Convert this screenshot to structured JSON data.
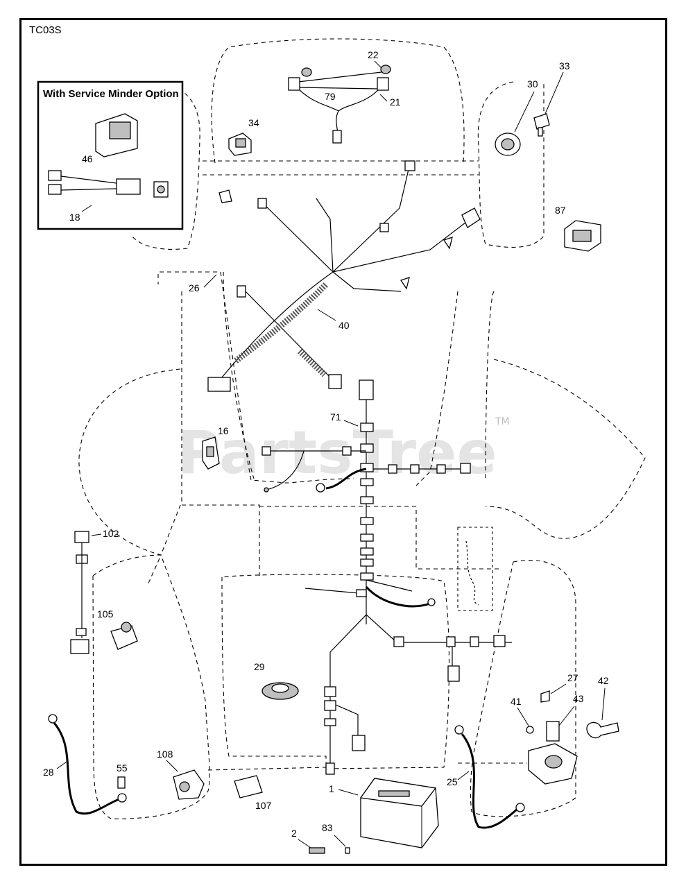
{
  "diagram_code": "TC03S",
  "inset": {
    "title": "With Service Minder Option"
  },
  "watermark": {
    "text": "PartsTree",
    "tm": "TM"
  },
  "callouts": {
    "c22": "22",
    "c79": "79",
    "c21": "21",
    "c34": "34",
    "c30": "30",
    "c33": "33",
    "c46": "46",
    "c18": "18",
    "c87": "87",
    "c26": "26",
    "c40": "40",
    "c16": "16",
    "c71": "71",
    "c102": "102",
    "c105": "105",
    "c29": "29",
    "c27": "27",
    "c42": "42",
    "c41": "41",
    "c43": "43",
    "c28": "28",
    "c55": "55",
    "c108": "108",
    "c107": "107",
    "c1": "1",
    "c25": "25",
    "c2": "2",
    "c83": "83"
  }
}
